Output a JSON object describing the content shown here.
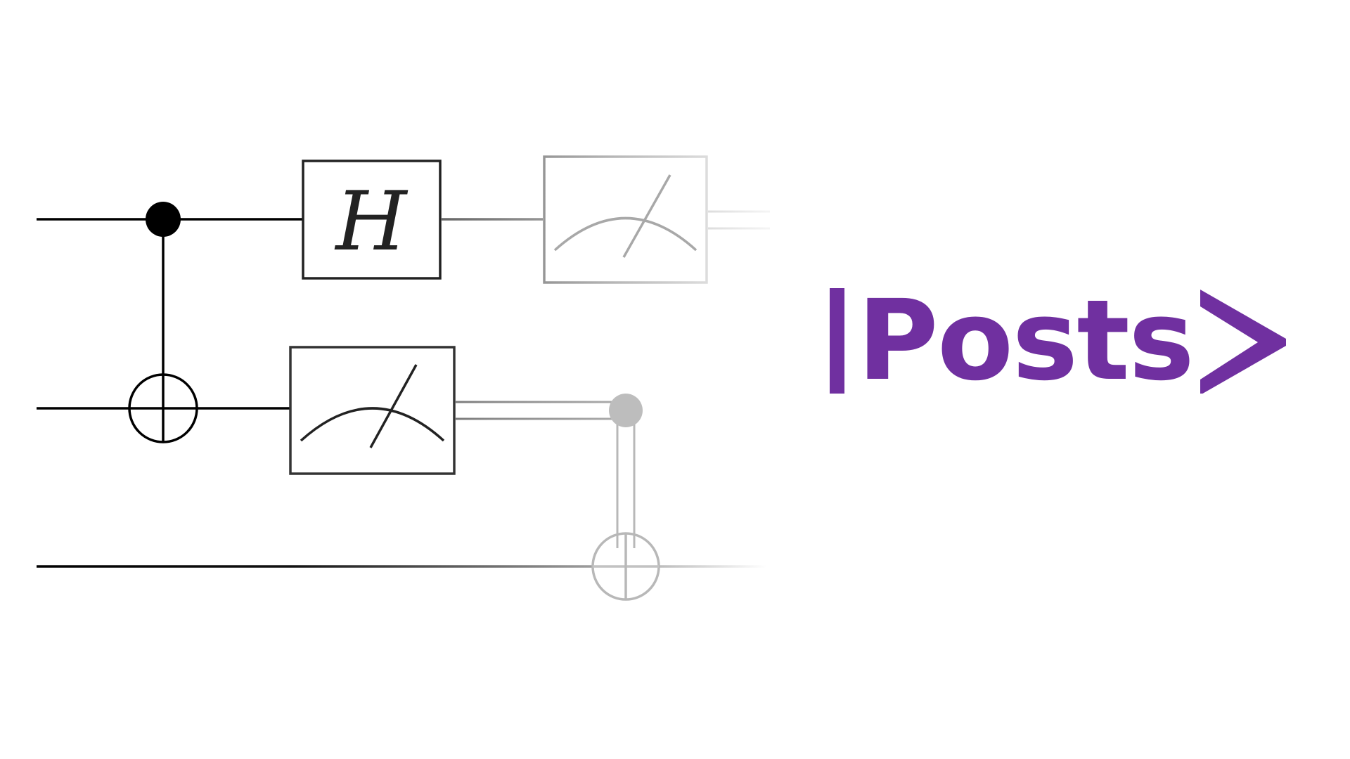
{
  "colors": {
    "background": "#ffffff",
    "wire": "#000000",
    "accent": "#7030a0"
  },
  "circuit": {
    "qubit_count": 3,
    "hadamard_label": "H",
    "gates": [
      {
        "type": "cnot",
        "control_qubit": 0,
        "target_qubit": 1
      },
      {
        "type": "hadamard",
        "qubit": 0
      },
      {
        "type": "measure",
        "qubit": 0
      },
      {
        "type": "measure",
        "qubit": 1
      },
      {
        "type": "classically-controlled-not",
        "control_bit": 1,
        "target_qubit": 2
      }
    ]
  },
  "title": {
    "prefix_symbol": "|",
    "text": "Posts",
    "suffix_symbol": ">"
  }
}
